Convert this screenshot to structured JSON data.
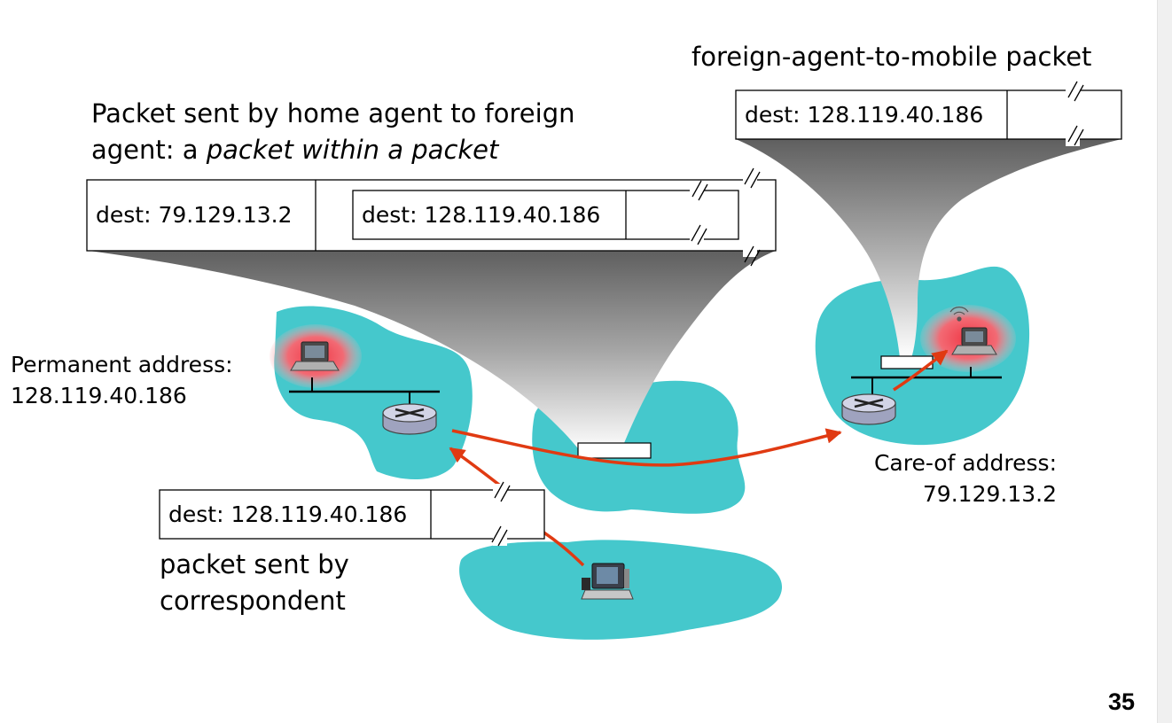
{
  "title_left": {
    "line1": "Packet sent by home agent to foreign",
    "line2_prefix": "agent: a ",
    "line2_italic": "packet within a packet"
  },
  "title_right": "foreign-agent-to-mobile packet",
  "permanent_address": {
    "label": "Permanent address:",
    "value": "128.119.40.186"
  },
  "care_of_address": {
    "label": "Care-of address:",
    "value": "79.129.13.2"
  },
  "correspondent_caption": {
    "line1": "packet sent by",
    "line2": "correspondent"
  },
  "packets": {
    "encapsulated_outer_dest": "dest: 79.129.13.2",
    "encapsulated_inner_dest": "dest: 128.119.40.186",
    "foreign_to_mobile_dest": "dest: 128.119.40.186",
    "correspondent_dest": "dest: 128.119.40.186"
  },
  "page_number": "35",
  "colors": {
    "network": "#45c8cc",
    "arrow": "#e03a12",
    "halo": "#f25a66"
  },
  "icons": [
    "laptop-icon",
    "router-icon",
    "desktop-computer-icon",
    "antenna-icon"
  ]
}
